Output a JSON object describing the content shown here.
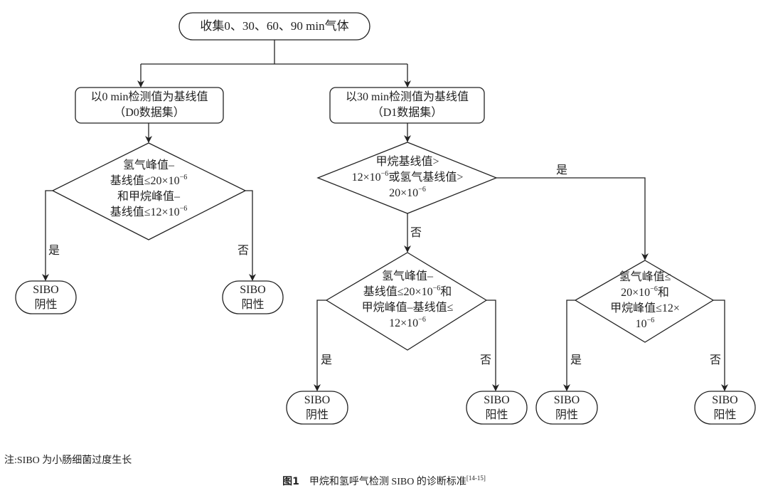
{
  "nodes": {
    "start": [
      "收集0、30、60、90 min气体"
    ],
    "d0_box": [
      "以0 min检测值为基线值",
      "（D0数据集）"
    ],
    "d1_box": [
      "以30 min检测值为基线值",
      "（D1数据集）"
    ],
    "d0_decision": [
      "氢气峰值–",
      "基线值≤20×10^-6",
      "和甲烷峰值–",
      "基线值≤12×10^-6"
    ],
    "d1_decision": [
      "甲烷基线值>",
      "12×10^-6或氢气基线值>",
      "20×10^-6"
    ],
    "d1_no_decision": [
      "氢气峰值–",
      "基线值≤20×10^-6和",
      "甲烷峰值–基线值≤",
      "12×10^-6"
    ],
    "d1_yes_decision": [
      "氢气峰值≤",
      "20×10^-6和",
      "甲烷峰值≤12×",
      "10^-6"
    ],
    "r1": [
      "SIBO",
      "阴性"
    ],
    "r2": [
      "SIBO",
      "阳性"
    ],
    "r3": [
      "SIBO",
      "阴性"
    ],
    "r4": [
      "SIBO",
      "阳性"
    ],
    "r5": [
      "SIBO",
      "阴性"
    ],
    "r6": [
      "SIBO",
      "阳性"
    ]
  },
  "edge_labels": {
    "yes": "是",
    "no": "否"
  },
  "note": "注:SIBO 为小肠细菌过度生长",
  "caption": {
    "figure": "图1",
    "title": "甲烷和氢呼气检测 SIBO 的诊断标准",
    "ref": "[14-15]"
  }
}
